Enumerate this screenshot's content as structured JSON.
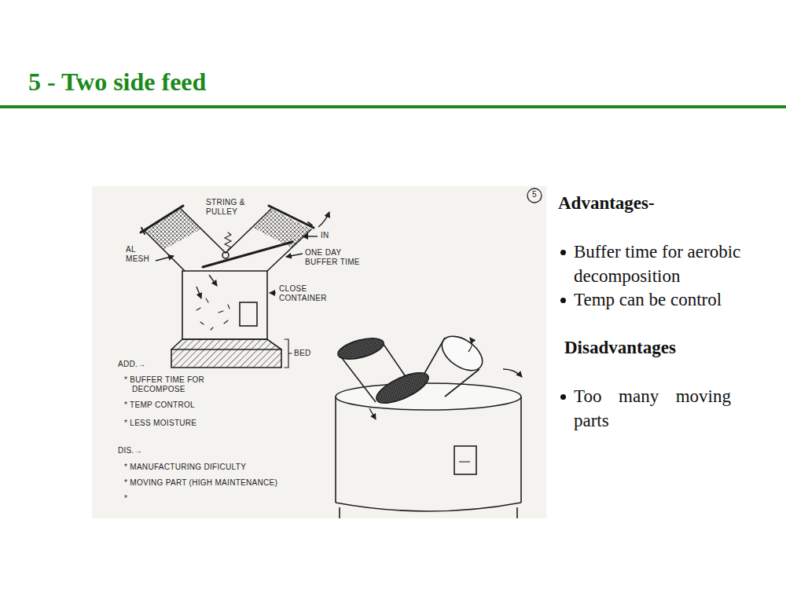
{
  "diagram": {
    "title": "5 - Two side feed",
    "labels": [
      "5",
      "STRING & PULLEY",
      "AL MESH",
      "IN",
      "ONE DAY BUFFER TIME",
      "CLOSE CONTAINER",
      "BED",
      "ADD.→",
      "* BUFFER TIME FOR DECOMPOSE",
      "* TEMP CONTROL",
      "* LESS MOISTURE",
      "DIS.→",
      "* MANUFACTURING DIFICULTY",
      "* MOVING PART (HIGH MAINTENANCE)",
      "*",
      "Advantages-",
      "Buffer time for aerobic decomposition",
      "Temp can be control",
      "Disadvantages",
      "Too many moving parts"
    ]
  }
}
